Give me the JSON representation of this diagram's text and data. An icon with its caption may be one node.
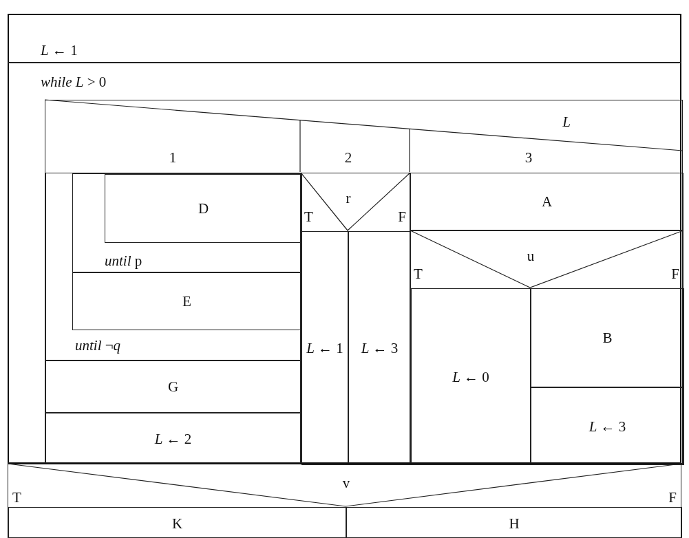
{
  "diagram": {
    "nodes": [
      {
        "text": [
          "*L* ← 1"
        ]
      },
      {
        "text": [
          "*while L* > 0"
        ]
      },
      {
        "text": [
          "L",
          "1",
          "2",
          "3"
        ],
        "in": 1
      },
      {
        "text": [
          "*until* ¬*q*"
        ],
        "in": 2
      },
      {
        "text": [
          "*until* p"
        ],
        "in": 3
      },
      {
        "text": [
          "D"
        ],
        "in": 4
      },
      {
        "text": [
          "E"
        ],
        "in": 3
      },
      {
        "text": [
          "G"
        ],
        "in": 2
      },
      {
        "text": [
          "*L* ← 2"
        ],
        "in": 2
      },
      {
        "text": [
          "r",
          "T",
          "F"
        ],
        "in": 2
      },
      {
        "text": [
          "*L* ← 1"
        ],
        "in": 9
      },
      {
        "text": [
          "*L* ← 3"
        ],
        "in": 9
      },
      {
        "text": [
          "A"
        ],
        "in": 2
      },
      {
        "text": [
          "u",
          "T",
          "F"
        ],
        "in": 2
      },
      {
        "text": [
          "*L* ← 0"
        ],
        "in": 13
      },
      {
        "text": [
          "B"
        ],
        "in": 13
      },
      {
        "text": [
          "*L* ← 3"
        ],
        "in": 13
      },
      {
        "text": [
          "v",
          "T",
          "F"
        ]
      },
      {
        "text": [
          "K"
        ],
        "in": 17
      },
      {
        "text": [
          "H"
        ],
        "in": 17
      }
    ]
  }
}
